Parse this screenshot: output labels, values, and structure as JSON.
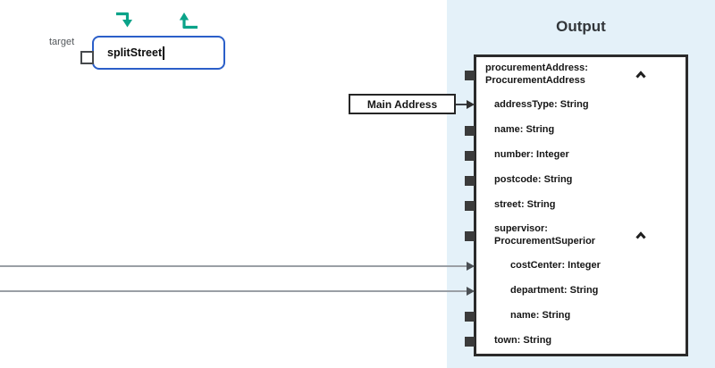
{
  "colors": {
    "accent_blue": "#2b5fc9",
    "accent_teal": "#0aa389",
    "panel_background": "#e4f1f9",
    "node_border_dark": "#2b2b2b",
    "connector_gray": "#9a9fa5"
  },
  "icons": {
    "incoming_mapping": "arrow-right-then-down",
    "outgoing_mapping": "arrow-up-from-line",
    "collapse": "chevron-up",
    "port": "square-handle"
  },
  "canvas": {
    "target_label": "target",
    "target_field": {
      "value": "splitStreet"
    },
    "function_node": {
      "label": "Main Address"
    }
  },
  "output": {
    "title": "Output",
    "tree": {
      "rows": [
        {
          "label": "procurementAddress: ProcurementAddress",
          "level": 0,
          "port": "square",
          "collapsible": true
        },
        {
          "label": "addressType: String",
          "level": 1,
          "port": "arrow-in"
        },
        {
          "label": "name: String",
          "level": 1,
          "port": "square"
        },
        {
          "label": "number: Integer",
          "level": 1,
          "port": "square"
        },
        {
          "label": "postcode: String",
          "level": 1,
          "port": "square"
        },
        {
          "label": "street: String",
          "level": 1,
          "port": "square"
        },
        {
          "label": "supervisor: ProcurementSuperior",
          "level": 1,
          "port": "square",
          "collapsible": true
        },
        {
          "label": "costCenter: Integer",
          "level": 2,
          "port": "arrow-in"
        },
        {
          "label": "department: String",
          "level": 2,
          "port": "arrow-in"
        },
        {
          "label": "name: String",
          "level": 2,
          "port": "square"
        },
        {
          "label": "town: String",
          "level": 1,
          "port": "square"
        }
      ]
    }
  }
}
